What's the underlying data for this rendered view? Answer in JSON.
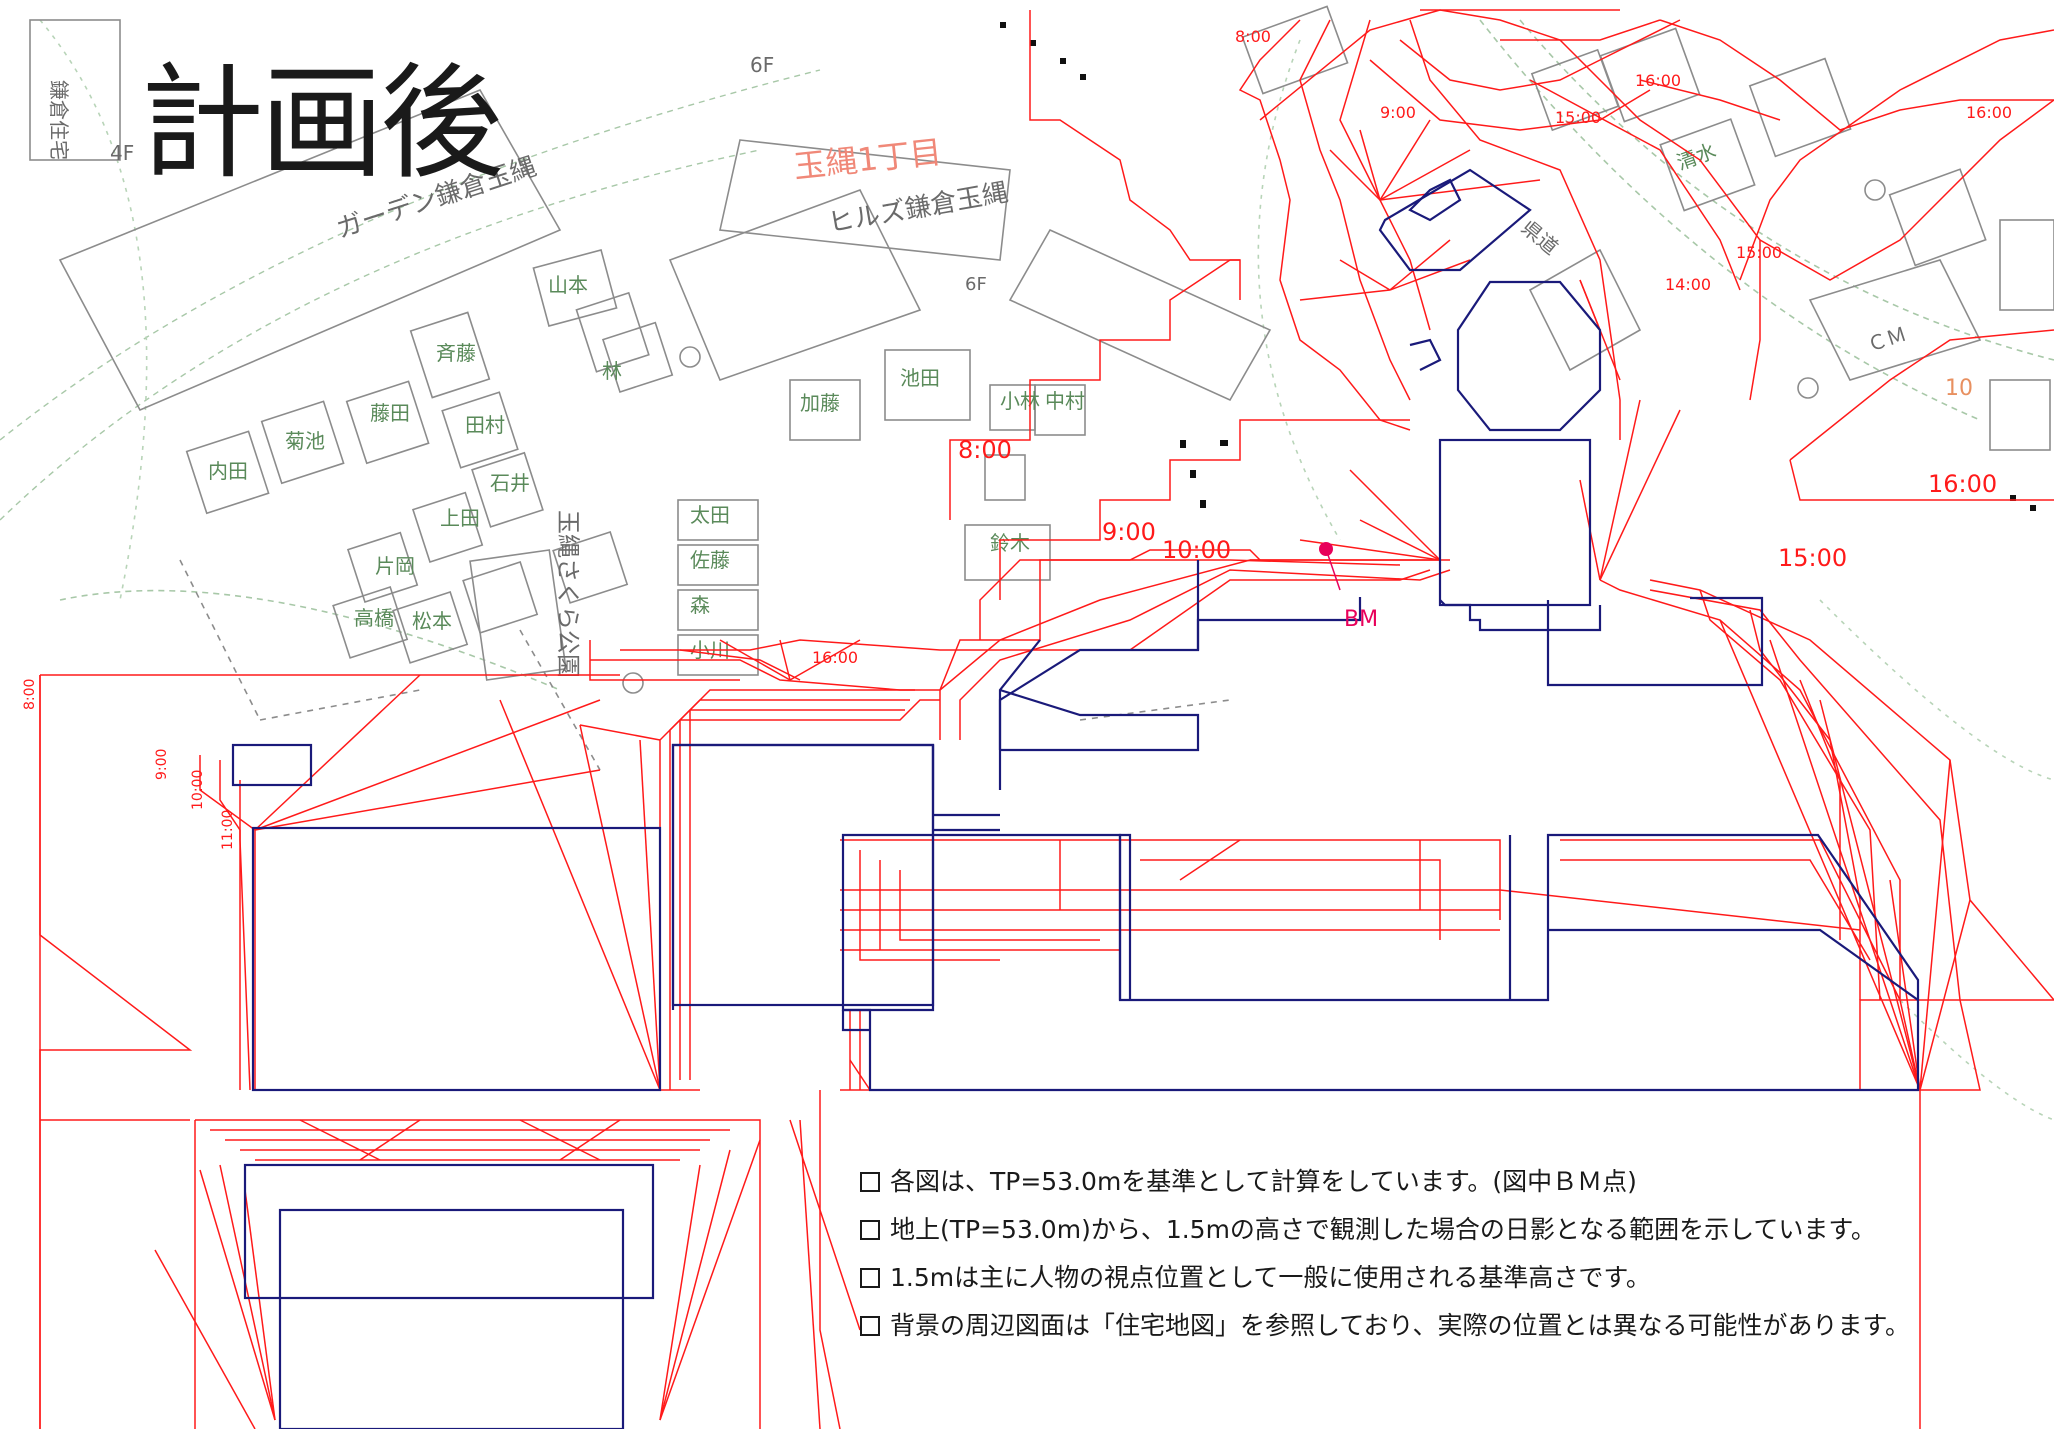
{
  "title": "計画後",
  "benchmark": {
    "label": "BM",
    "color": "#e8005a"
  },
  "colors": {
    "shadow": "#ff1a1a",
    "building": "#1a1a7a",
    "basemap": "#8c8c8c",
    "basemap_green": "#7fb27f"
  },
  "time_labels": {
    "t_800_top": "8:00",
    "t_900_ne": "9:00",
    "t_1500_ne": "15:00",
    "t_1600_ne": "16:00",
    "t_1600_far": "16:00",
    "t_1500_e": "15:00",
    "t_1400_e": "14:00",
    "t_800_mid": "8:00",
    "t_900_mid": "9:00",
    "t_1000_mid": "10:00",
    "t_1600_right": "16:00",
    "t_1500_right": "15:00",
    "t_1600_low": "16:00",
    "t_800_left": "8:00",
    "t_900_left": "9:00",
    "t_1000_left": "10:00",
    "t_1100_left": "11:00"
  },
  "map_labels": {
    "house_a": "鎌倉住宅",
    "floor_4f": "4F",
    "floor_6f": "6F",
    "floor_6f_b": "6F",
    "building_garden": "ガーデン鎌倉玉縄",
    "building_hills": "ヒルズ鎌倉玉縄",
    "building_tamanawa": "玉縄1丁目",
    "park": "玉縄さくら公園",
    "house_uchida": "内田",
    "house_kikuchi": "菊池",
    "house_fujita": "藤田",
    "house_hayashi": "林",
    "house_saito": "斉藤",
    "house_yamamoto": "山本",
    "house_tamura": "田村",
    "house_kataoka": "片岡",
    "house_takahashi": "高橋",
    "house_matsumoto": "松本",
    "house_ueda": "上田",
    "house_ishii": "石井",
    "house_kato": "加藤",
    "house_ikeda": "池田",
    "house_kobayashi": "小林",
    "house_nakamura": "中村",
    "house_suzuki": "鈴木",
    "house_ota": "太田",
    "house_sato": "佐藤",
    "house_mori": "森",
    "house_ogawa": "小川",
    "house_shimizu": "清水",
    "road_jp": "県道",
    "cm": "ＣＭ",
    "jp_10": "10"
  },
  "notes": [
    "各図は、TP=53.0mを基準として計算をしています。(図中ＢＭ点)",
    "地上(TP=53.0m)から、1.5mの高さで観測した場合の日影となる範囲を示しています。",
    "1.5mは主に人物の視点位置として一般に使用される基準高さです。",
    "背景の周辺図面は「住宅地図」を参照しており、実際の位置とは異なる可能性があります。"
  ]
}
